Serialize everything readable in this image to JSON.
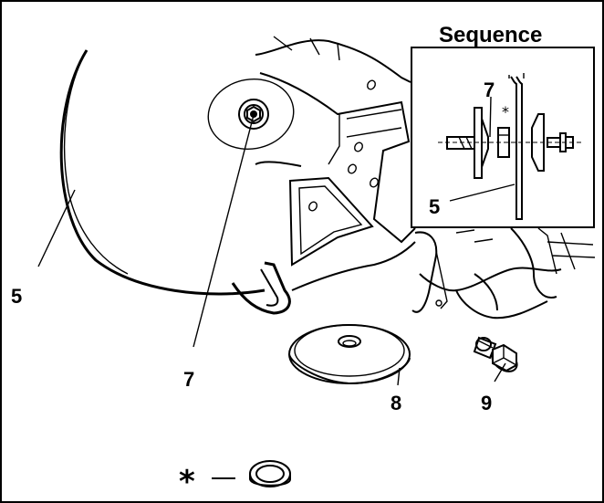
{
  "title": "Sequence",
  "labels": {
    "blade": "5",
    "inset_blade": "5",
    "inner_washer": "7",
    "inset_inner_washer": "7",
    "outer_washer": "8",
    "bolt": "9",
    "spacer_ring": "*",
    "inset_spacer_ring": "*"
  },
  "colors": {
    "line": "#000000",
    "background": "#ffffff"
  }
}
